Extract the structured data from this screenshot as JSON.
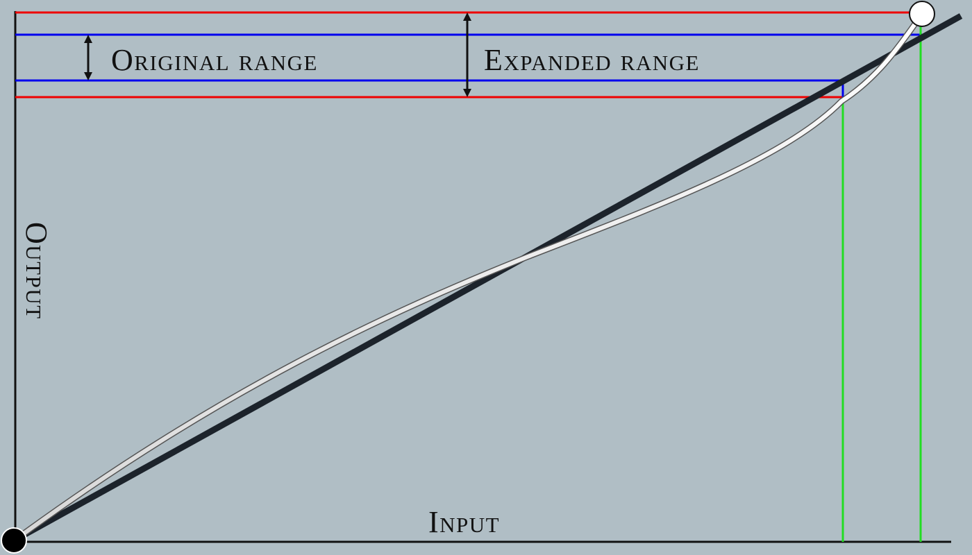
{
  "labels": {
    "original_range": "Original range",
    "expanded_range": "Expanded range",
    "input_axis": "Input",
    "output_axis": "Output"
  },
  "colors": {
    "background": "#b0bec5",
    "axis": "#111111",
    "linear_line": "#1c232b",
    "curve": "#ffffff",
    "original_range_lines": "#0000ee",
    "expanded_range_lines": "#ee0000",
    "input_markers": "#22dd22",
    "arrows": "#111111",
    "start_handle": "#000000",
    "end_handle": "#ffffff"
  }
}
